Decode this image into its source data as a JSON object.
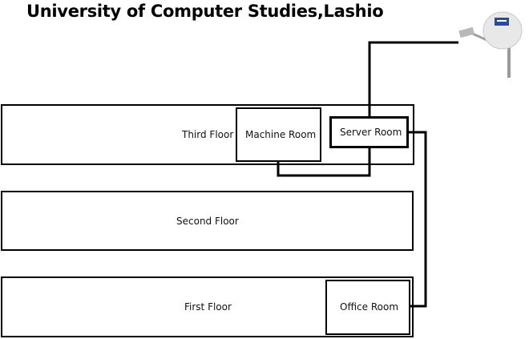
{
  "title": "University of Computer Studies,Lashio",
  "floors": {
    "third": "Third Floor",
    "second": "Second Floor",
    "first": "First Floor"
  },
  "rooms": {
    "machine": "Machine Room",
    "server": "Server Room",
    "office": "Office Room"
  },
  "devices": {
    "satellite_dish": "satellite-dish-icon"
  }
}
